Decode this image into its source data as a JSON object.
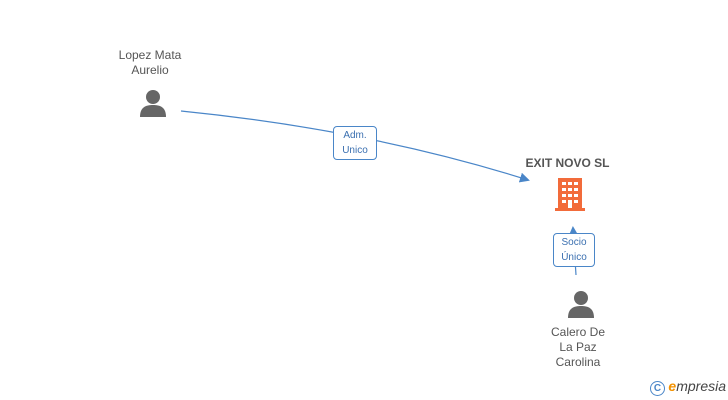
{
  "nodes": {
    "lopez": {
      "name": "Lopez Mata\nAurelio",
      "icon": "person-icon"
    },
    "exit_novo": {
      "name": "EXIT NOVO SL",
      "icon": "building-icon"
    },
    "calero": {
      "name": "Calero De\nLa Paz\nCarolina",
      "icon": "person-icon"
    }
  },
  "edges": {
    "lopez_to_exit": {
      "label": "Adm.\nUnico"
    },
    "calero_to_exit": {
      "label": "Socio\nÚnico"
    }
  },
  "watermark": {
    "copyright": "C",
    "brand_initial": "e",
    "brand_rest": "mpresia"
  },
  "colors": {
    "edge": "#4a86c8",
    "person": "#666666",
    "company": "#f26b3a",
    "brand": "#f39200"
  }
}
